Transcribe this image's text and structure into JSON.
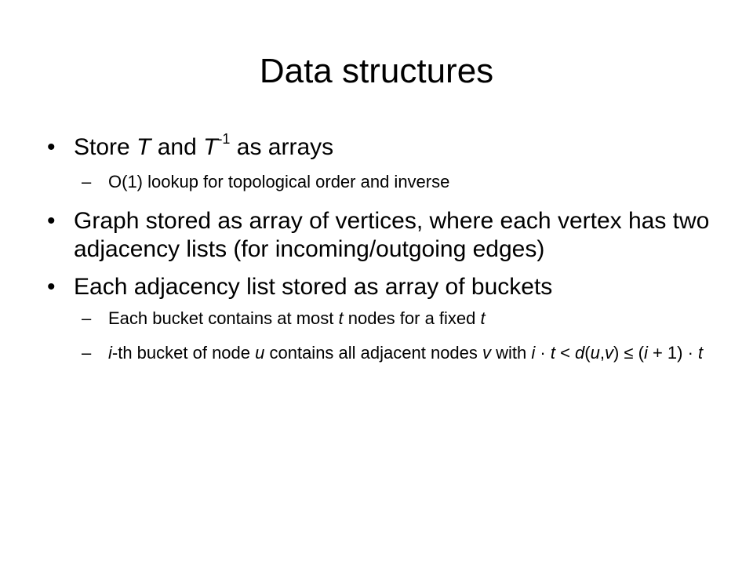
{
  "title": "Data structures",
  "bullet_glyph": "•",
  "dash_glyph": "–",
  "items": [
    {
      "parts": [
        "Store ",
        "T",
        " and ",
        "T",
        "-1",
        " as arrays"
      ],
      "subs": [
        {
          "text": "O(1) lookup for topological order and inverse"
        }
      ]
    },
    {
      "text": "Graph stored as array of vertices, where each vertex has two adjacency lists (for incoming/outgoing edges)"
    },
    {
      "text": "Each adjacency list stored as array of buckets",
      "subs": [
        {
          "parts": [
            "Each bucket contains at most ",
            "t",
            " nodes for a fixed ",
            "t"
          ]
        },
        {
          "parts": [
            "i",
            "-th bucket of node ",
            "u",
            " contains all adjacent nodes ",
            "v",
            " with ",
            "i",
            " · ",
            "t",
            " < ",
            "d",
            "(",
            "u",
            ",",
            "v",
            ") ≤ (",
            "i",
            " + 1) · ",
            "t"
          ]
        }
      ]
    }
  ]
}
